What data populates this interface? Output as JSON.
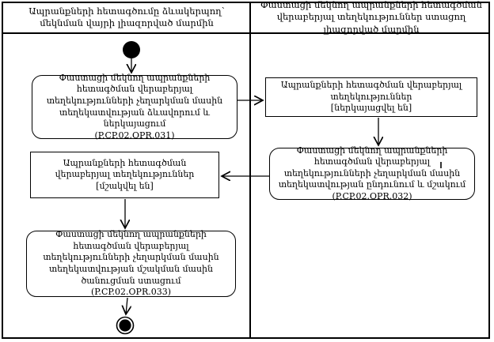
{
  "lanes": {
    "left_title": "Ապրանքների հետագծումը ձևակերպող՝ մեկնման վայրի լիազորված մարմին",
    "right_title": "Փաստացի մեկնող ապրանքների հետագծման վերաբերյալ տեղեկություններ ստացող լիազորված մարմին"
  },
  "nodes": {
    "opr031": {
      "label": "Փաստացի մեկնող ապրանքների հետագծման վերաբերյալ տեղեկությունների չեղարկման մասին տեղեկատվության ձևավորում և ներկայացում",
      "code": "(P.CP.02.OPR.031)"
    },
    "info_submitted": {
      "label": "Ապրանքների հետագծման վերաբերյալ տեղեկություններ",
      "state": "[ներկայացվել են]"
    },
    "opr032": {
      "label": "Փաստացի մեկնող ապրանքների հետագծման վերաբերյալ տեղեկությունների չեղարկման մասին տեղեկատվության ընդունում և մշակում",
      "code": "(P.CP.02.OPR.032)"
    },
    "info_processed": {
      "label": "Ապրանքների հետագծման վերաբերյալ տեղեկություններ",
      "state": "[մշակվել են]"
    },
    "opr033": {
      "label": "Փաստացի մեկնող ապրանքների հետագծման վերաբերյալ տեղեկությունների չեղարկման մասին տեղեկատվության մշակման մասին ծանուցման ստացում",
      "code": "(P.CP.02.OPR.033)"
    }
  },
  "symbols": {
    "start_node": "initial-node-filled-circle",
    "final_node": "activity-final-ringed-circle"
  },
  "colors": {
    "line": "#000000",
    "background": "#ffffff",
    "text": "#000000"
  }
}
